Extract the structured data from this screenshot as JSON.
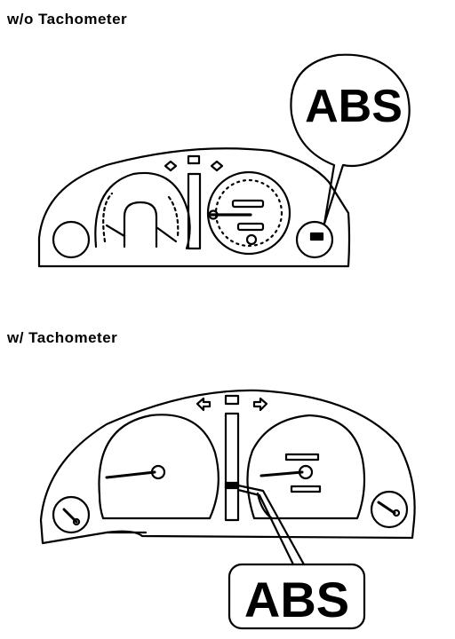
{
  "titles": {
    "without_tachometer": "w/o Tachometer",
    "with_tachometer": "w/ Tachometer"
  },
  "callouts": {
    "abs_top": "ABS",
    "abs_bottom": "ABS"
  },
  "colors": {
    "line": "#000000",
    "background": "#ffffff"
  }
}
